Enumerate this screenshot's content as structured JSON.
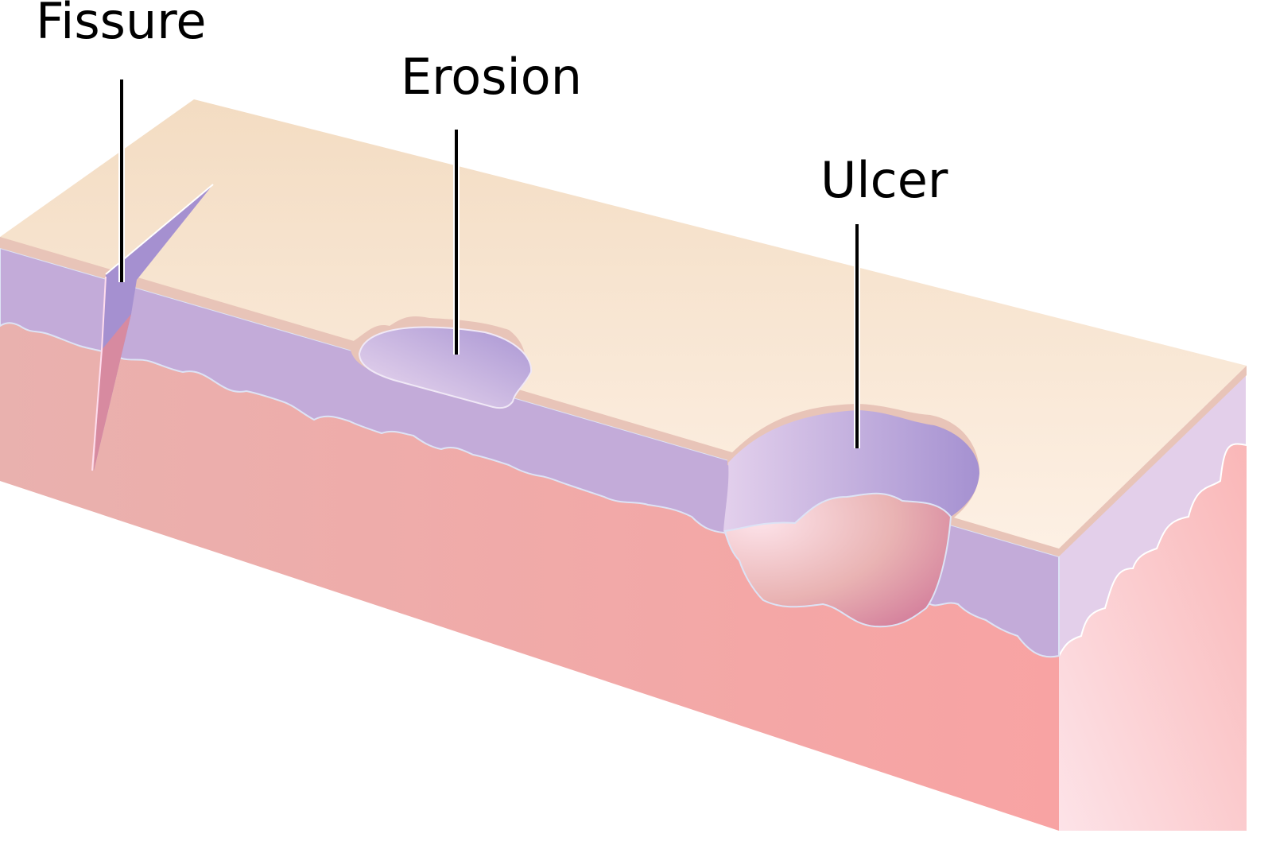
{
  "labels": {
    "fissure": "Fissure",
    "erosion": "Erosion",
    "ulcer": "Ulcer"
  },
  "colors": {
    "surface": "#f7e2cf",
    "epidermis": "#c3abd9",
    "dermis": "#efaaa8",
    "rim": "#e8c4b8",
    "side_epidermis": "#e3cfea",
    "side_dermis": "#fbd6dc"
  }
}
